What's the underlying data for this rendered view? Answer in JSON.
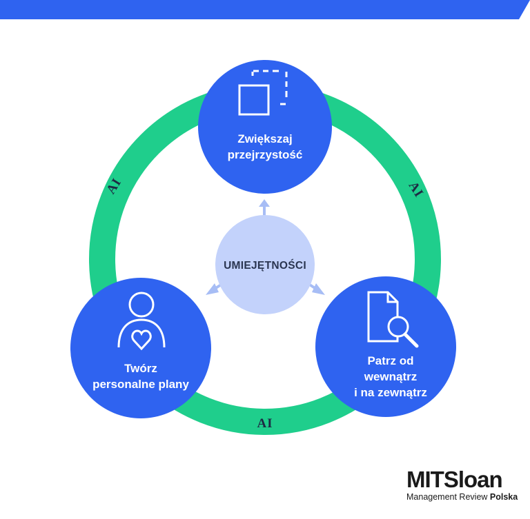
{
  "colors": {
    "top_bar": "#2f63f0",
    "ring": "#1fce8c",
    "node_fill": "#2f63f0",
    "center_fill": "#c3d2fb",
    "arrow": "#a7bdf5"
  },
  "center": {
    "label": "UMIEJĘTNOŚCI"
  },
  "nodes": [
    {
      "icon": "transparency-squares-icon",
      "line1": "Zwiększaj",
      "line2": "przejrzystość",
      "line3": ""
    },
    {
      "icon": "document-search-icon",
      "line1": "Patrz od",
      "line2": "wewnątrz",
      "line3": "i na zewnątrz"
    },
    {
      "icon": "person-heart-icon",
      "line1": "Twórz",
      "line2": "personalne plany",
      "line3": ""
    }
  ],
  "ring_labels": {
    "left": "AI",
    "right": "AI",
    "bottom": "AI"
  },
  "logo": {
    "main": "MITSloan",
    "sub_regular": "Management Review ",
    "sub_bold": "Polska"
  }
}
